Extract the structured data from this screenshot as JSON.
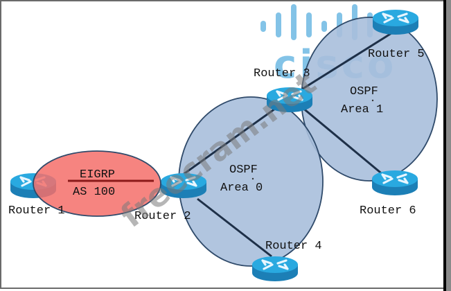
{
  "diagram": {
    "colors": {
      "eigrp_fill": "#f46f6a",
      "ospf_fill": "#a8bfdb",
      "area_stroke": "#2f4a6a",
      "router_top": "#29a9e0",
      "router_side": "#1c7fb6",
      "link": "#1e3048",
      "eigrp_link": "#8b1a1a",
      "watermark_cisco": "#5ab0e0",
      "watermark_text": "#7a7a7a"
    },
    "areas": [
      {
        "id": "eigrp",
        "line1": "EIGRP",
        "line2": "AS 100"
      },
      {
        "id": "ospf0",
        "line1": "OSPF",
        "line2": "Area 0"
      },
      {
        "id": "ospf1",
        "line1": "OSPF",
        "line2": "Area 1"
      }
    ],
    "routers": [
      {
        "id": "r1",
        "label": "Router 1"
      },
      {
        "id": "r2",
        "label": "Router 2"
      },
      {
        "id": "r3",
        "label": "Router 3"
      },
      {
        "id": "r4",
        "label": "Router 4"
      },
      {
        "id": "r5",
        "label": "Router 5"
      },
      {
        "id": "r6",
        "label": "Router 6"
      }
    ],
    "links": [
      {
        "from": "Router 1",
        "to": "Router 2",
        "protocol": "EIGRP"
      },
      {
        "from": "Router 2",
        "to": "Router 3",
        "protocol": "OSPF Area 0"
      },
      {
        "from": "Router 2",
        "to": "Router 4",
        "protocol": "OSPF Area 0"
      },
      {
        "from": "Router 3",
        "to": "Router 5",
        "protocol": "OSPF Area 1"
      },
      {
        "from": "Router 3",
        "to": "Router 6",
        "protocol": "OSPF Area 1"
      }
    ],
    "watermarks": {
      "logo": "cisco",
      "site": "freecram.net"
    }
  }
}
